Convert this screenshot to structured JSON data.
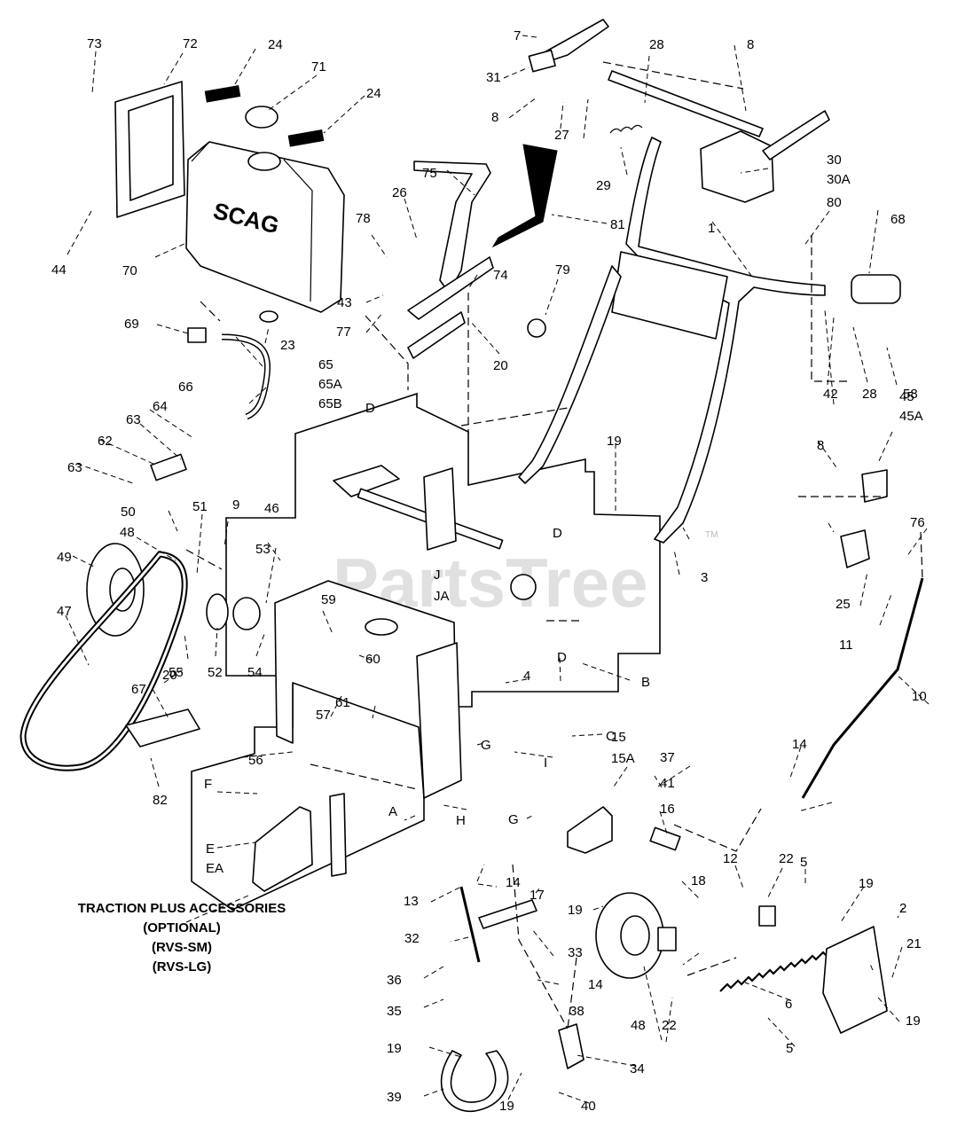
{
  "brand": "SCAG",
  "watermark": "PartsTree",
  "trademark": "TM",
  "accessories_caption": [
    "TRACTION PLUS ACCESSORIES",
    "(OPTIONAL)",
    "(RVS-SM)",
    "(RVS-LG)"
  ],
  "callouts": [
    "73",
    "72",
    "24",
    "71",
    "24",
    "44",
    "70",
    "7",
    "31",
    "8",
    "27",
    "28",
    "8",
    "29",
    "30",
    "30A",
    "75",
    "81",
    "26",
    "78",
    "43",
    "77",
    "74",
    "20",
    "79",
    "23",
    "1",
    "80",
    "68",
    "42",
    "28",
    "58",
    "69",
    "65",
    "65A",
    "65B",
    "66",
    "64",
    "63",
    "62",
    "63",
    "D",
    "D",
    "J",
    "JA",
    "19",
    "45",
    "45A",
    "8",
    "3",
    "3",
    "76",
    "25",
    "11",
    "10",
    "50",
    "51",
    "9",
    "46",
    "53",
    "48",
    "49",
    "47",
    "59",
    "55",
    "52",
    "54",
    "4",
    "D",
    "B",
    "C",
    "60",
    "61",
    "57",
    "G",
    "I",
    "15",
    "15A",
    "37",
    "41",
    "16",
    "67",
    "20",
    "56",
    "82",
    "F",
    "A",
    "H",
    "G",
    "E",
    "EA",
    "14",
    "13",
    "14",
    "17",
    "12",
    "22",
    "5",
    "18",
    "19",
    "2",
    "21",
    "19",
    "32",
    "33",
    "14",
    "38",
    "36",
    "35",
    "19",
    "48",
    "22",
    "6",
    "5",
    "19",
    "34",
    "39",
    "19",
    "40"
  ]
}
